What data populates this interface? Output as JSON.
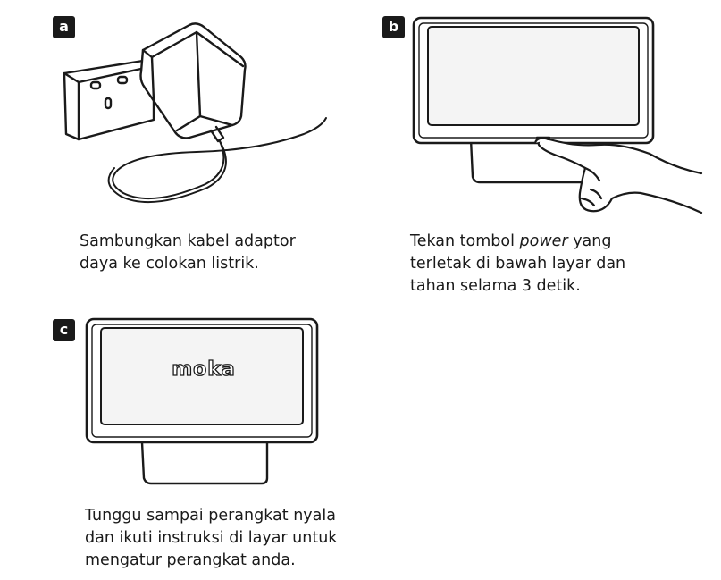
{
  "steps": [
    {
      "badge": "a",
      "caption": {
        "line1": "Sambungkan kabel adaptor",
        "line2": "daya ke colokan listrik."
      }
    },
    {
      "badge": "b",
      "caption": {
        "line1_pre": "Tekan tombol ",
        "line1_em": "power",
        "line1_post": " yang",
        "line2": "terletak di bawah layar dan",
        "line3": "tahan selama 3 detik."
      }
    },
    {
      "badge": "c",
      "screen_logo": "moka",
      "caption": {
        "line1": "Tunggu sampai perangkat nyala",
        "line2": "dan ikuti instruksi di layar untuk",
        "line3": "mengatur perangkat anda."
      }
    }
  ],
  "colors": {
    "ink": "#1a1a1a",
    "background": "#ffffff",
    "screen_fill": "#f4f4f4"
  },
  "icons": [
    "power-socket-icon",
    "power-adapter-icon",
    "pos-terminal-icon",
    "finger-press-icon"
  ]
}
